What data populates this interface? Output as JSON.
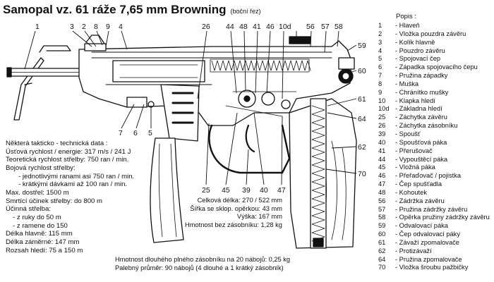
{
  "title": "Samopal vz. 61 ráže 7,65 mm Browning",
  "subtitle": "(boční řez)",
  "legend_heading": "Popis :",
  "legend": [
    {
      "num": "1",
      "text": "- Hlaveň"
    },
    {
      "num": "2",
      "text": "- Vložka pouzdra závěru"
    },
    {
      "num": "3",
      "text": "- Kolík hlavně"
    },
    {
      "num": "4",
      "text": "- Pouzdro závěru"
    },
    {
      "num": "5",
      "text": "- Spojovací čep"
    },
    {
      "num": "6",
      "text": "- Západka spojovacího čepu"
    },
    {
      "num": "7",
      "text": "- Pružina západky"
    },
    {
      "num": "8",
      "text": "- Muška"
    },
    {
      "num": "9",
      "text": "- Chránítko mušky"
    },
    {
      "num": "10",
      "text": "- Klapka hledí"
    },
    {
      "num": "10d",
      "text": "- Základna hledí"
    },
    {
      "num": "25",
      "text": "- Záchytka závěru"
    },
    {
      "num": "26",
      "text": "- Záchytka zásobníku"
    },
    {
      "num": "39",
      "text": "- Spoušť"
    },
    {
      "num": "40",
      "text": "- Spoušťová páka"
    },
    {
      "num": "41",
      "text": "- Přerušovač"
    },
    {
      "num": "44",
      "text": "- Vypouštěcí páka"
    },
    {
      "num": "45",
      "text": "- Vložná páka"
    },
    {
      "num": "46",
      "text": "- Přeřaďovač / pojistka"
    },
    {
      "num": "47",
      "text": "- Čep spušťadla"
    },
    {
      "num": "48",
      "text": "- Kohoutek"
    },
    {
      "num": "56",
      "text": "- Zádržka závěru"
    },
    {
      "num": "57",
      "text": "- Pružina zádržky závěru"
    },
    {
      "num": "58",
      "text": "- Opěrka pružiny zádržky závěru"
    },
    {
      "num": "59",
      "text": "- Odvalovací páka"
    },
    {
      "num": "60",
      "text": "- Čep odvalovací páky"
    },
    {
      "num": "61",
      "text": "- Závaží zpomalovače"
    },
    {
      "num": "62",
      "text": "- Protizávaží"
    },
    {
      "num": "64",
      "text": "- Pružina zpomalovače"
    },
    {
      "num": "70",
      "text": "- Vložka šroubu pažbičky"
    }
  ],
  "specs": {
    "heading": "Některá takticko - technická data :",
    "rate_energy": "Úsťová rychlost / energie: 317 m/s / 241 J",
    "theoretical_rate": "Teoretická rychlost střelby: 750 ran / min.",
    "combat_rate_heading": "Bojová rychlost střelby:",
    "single_shots": "- jednotlivými ranami asi 750 ran / min.",
    "short_bursts": "- krátkými dávkami až 100 ran / min.",
    "max_range": "Max. dostřel: 1500 m",
    "lethal_range": "Smrtící účinek střelby: do 800 m",
    "effective_heading": "Účinná střelba:",
    "from_hand": "- z ruky do 50 m",
    "from_shoulder": "- z ramene do 150",
    "barrel_length": "Délka hlavně: 115 mm",
    "sight_length": "Délka záměrné: 147 mm",
    "sight_range": "Rozsah hledí: 75 a 150 m"
  },
  "dimensions": {
    "total_length": "Celková délka: 270 / 522 mm",
    "width": "Šířka se sklop. opěrkou: 43 mm",
    "height": "Výška: 167 mm",
    "weight_no_mag": "Hmotnost bez zásobníku: 1,28 kg"
  },
  "weights": {
    "long_mag": "Hmotnost dlouhého plného zásobníku na 20 nábojů: 0,25 kg",
    "ammo_load": "Palebný průměr: 90 nábojů (4 dlouhé a 1 krátký zásobník)"
  },
  "callouts": [
    "1",
    "3",
    "2",
    "8",
    "9",
    "4",
    "26",
    "44",
    "48",
    "41",
    "46",
    "10d",
    "56",
    "57",
    "58",
    "59",
    "60",
    "61",
    "64",
    "62",
    "70",
    "7",
    "6",
    "5",
    "25",
    "45",
    "39",
    "40",
    "47"
  ]
}
